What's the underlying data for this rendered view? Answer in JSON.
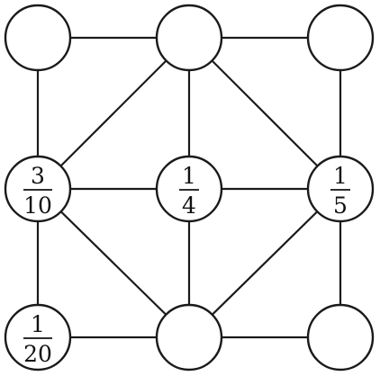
{
  "grid": {
    "nodes": [
      {
        "id": "top-left",
        "numerator": "",
        "denominator": ""
      },
      {
        "id": "top-center",
        "numerator": "",
        "denominator": ""
      },
      {
        "id": "top-right",
        "numerator": "",
        "denominator": ""
      },
      {
        "id": "middle-left",
        "numerator": "3",
        "denominator": "10"
      },
      {
        "id": "center",
        "numerator": "1",
        "denominator": "4"
      },
      {
        "id": "middle-right",
        "numerator": "1",
        "denominator": "5"
      },
      {
        "id": "bottom-left",
        "numerator": "1",
        "denominator": "20"
      },
      {
        "id": "bottom-center",
        "numerator": "",
        "denominator": ""
      },
      {
        "id": "bottom-right",
        "numerator": "",
        "denominator": ""
      }
    ],
    "edges": [
      [
        "top-left",
        "top-center"
      ],
      [
        "top-center",
        "top-right"
      ],
      [
        "top-left",
        "middle-left"
      ],
      [
        "top-center",
        "center"
      ],
      [
        "top-right",
        "middle-right"
      ],
      [
        "top-center",
        "middle-left"
      ],
      [
        "top-center",
        "middle-right"
      ],
      [
        "middle-left",
        "center"
      ],
      [
        "center",
        "middle-right"
      ],
      [
        "middle-left",
        "bottom-left"
      ],
      [
        "center",
        "bottom-center"
      ],
      [
        "middle-right",
        "bottom-right"
      ],
      [
        "middle-left",
        "bottom-center"
      ],
      [
        "middle-right",
        "bottom-center"
      ],
      [
        "bottom-left",
        "bottom-center"
      ],
      [
        "bottom-center",
        "bottom-right"
      ]
    ]
  }
}
